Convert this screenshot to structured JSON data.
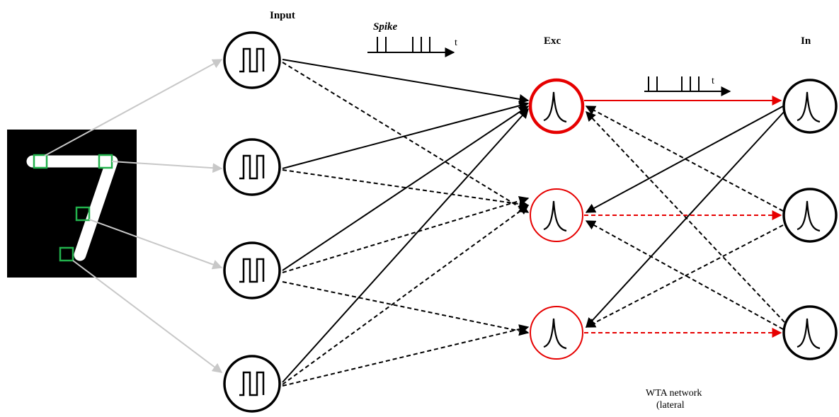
{
  "labels": {
    "input": "Input",
    "spike": "Spike",
    "exc": "Exc",
    "inh": "In",
    "t1": "t",
    "t2": "t",
    "wta_line1": "WTA network",
    "wta_line2": "(lateral"
  },
  "digit": "7",
  "colors": {
    "black": "#000000",
    "red": "#e60000",
    "gray": "#c8c8c8",
    "green": "#22b14c",
    "digit_bg": "#000000",
    "digit_stroke": "#ffffff"
  },
  "groups": {
    "input": {
      "count": 4,
      "glyph": "square-pulse-icon"
    },
    "excitatory": {
      "count": 3,
      "glyph": "spike-icon"
    },
    "inhibitory": {
      "count": 3,
      "glyph": "spike-icon"
    }
  }
}
